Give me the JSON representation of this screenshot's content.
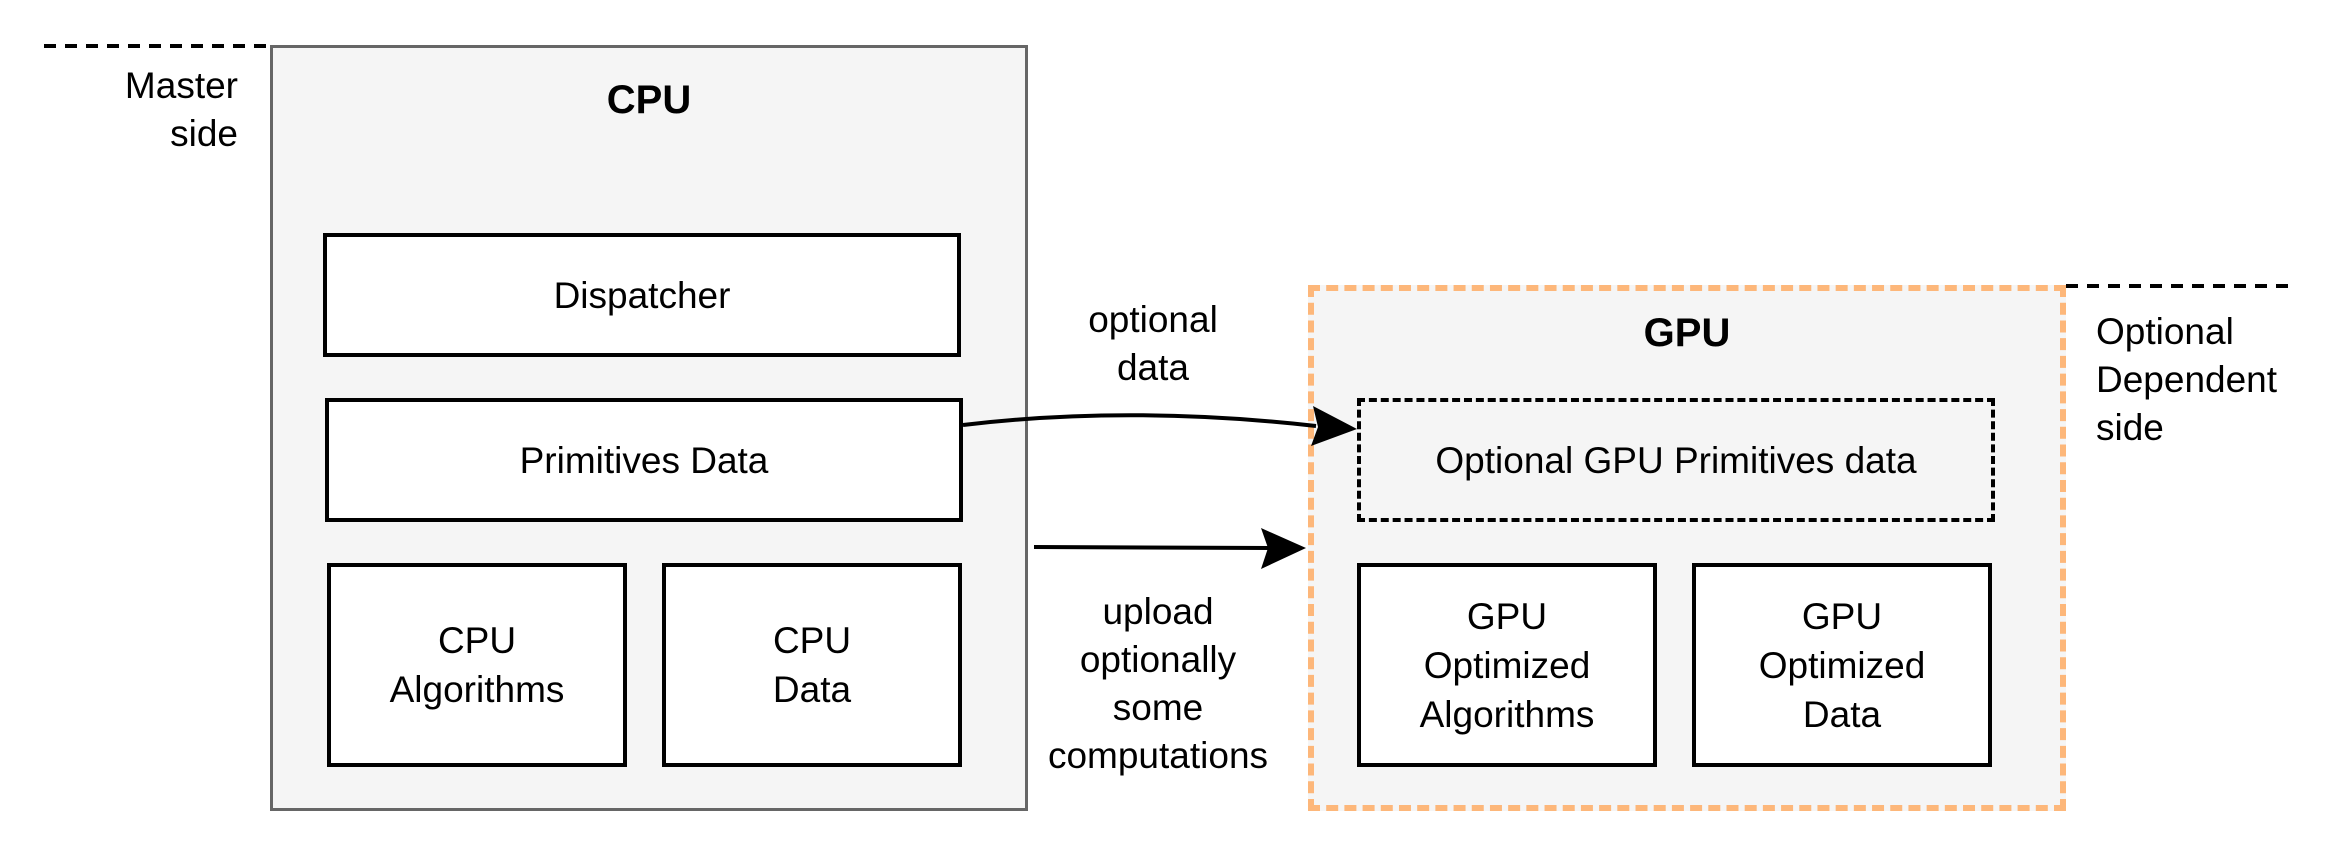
{
  "master_side_label": "Master\nside",
  "dependent_side_label": "Optional\nDependent\nside",
  "cpu": {
    "title": "CPU",
    "dispatcher": "Dispatcher",
    "primitives_data": "Primitives Data",
    "algorithms": "CPU\nAlgorithms",
    "data": "CPU\nData"
  },
  "gpu": {
    "title": "GPU",
    "primitives_data": "Optional GPU Primitives data",
    "algorithms": "GPU\nOptimized\nAlgorithms",
    "data": "GPU\nOptimized\nData"
  },
  "arrows": {
    "optional_data": "optional\ndata",
    "upload": "upload\noptionally\nsome\ncomputations"
  },
  "colors": {
    "cpu_border": "#666666",
    "gpu_border": "#fdb77a",
    "container_fill": "#f5f5f5"
  }
}
